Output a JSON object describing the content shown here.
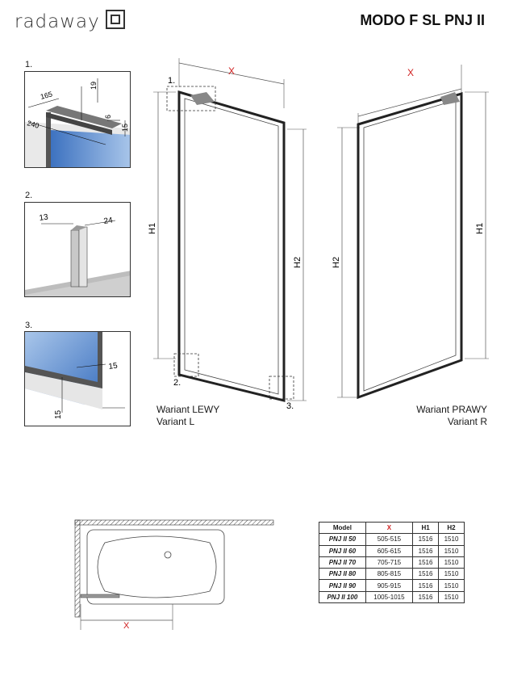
{
  "header": {
    "brand": "radaway",
    "title": "MODO F SL PNJ II"
  },
  "details": [
    {
      "number": "1.",
      "dims": [
        "165",
        "19",
        "240",
        "6",
        "15"
      ]
    },
    {
      "number": "2.",
      "dims": [
        "13",
        "24"
      ]
    },
    {
      "number": "3.",
      "dims": [
        "15",
        "15"
      ]
    }
  ],
  "left_drawing": {
    "x_label": "X",
    "h1_label": "H1",
    "h2_label": "H2",
    "callouts": [
      "1.",
      "2.",
      "3."
    ],
    "variant_line1": "Wariant LEWY",
    "variant_line2": "Variant L"
  },
  "right_drawing": {
    "x_label": "X",
    "h1_label": "H1",
    "h2_label": "H2",
    "variant_line1": "Wariant PRAWY",
    "variant_line2": "Variant R"
  },
  "plan": {
    "x_label": "X"
  },
  "table": {
    "headers": [
      "Model",
      "X",
      "H1",
      "H2"
    ],
    "rows": [
      [
        "PNJ II 50",
        "505-515",
        "1516",
        "1510"
      ],
      [
        "PNJ II 60",
        "605-615",
        "1516",
        "1510"
      ],
      [
        "PNJ II 70",
        "705-715",
        "1516",
        "1510"
      ],
      [
        "PNJ II 80",
        "805-815",
        "1516",
        "1510"
      ],
      [
        "PNJ II 90",
        "905-915",
        "1516",
        "1510"
      ],
      [
        "PNJ II 100",
        "1005-1015",
        "1516",
        "1510"
      ]
    ]
  },
  "colors": {
    "dimension": "#d02020",
    "glass": "#4a7fc8",
    "frame": "#333333"
  }
}
